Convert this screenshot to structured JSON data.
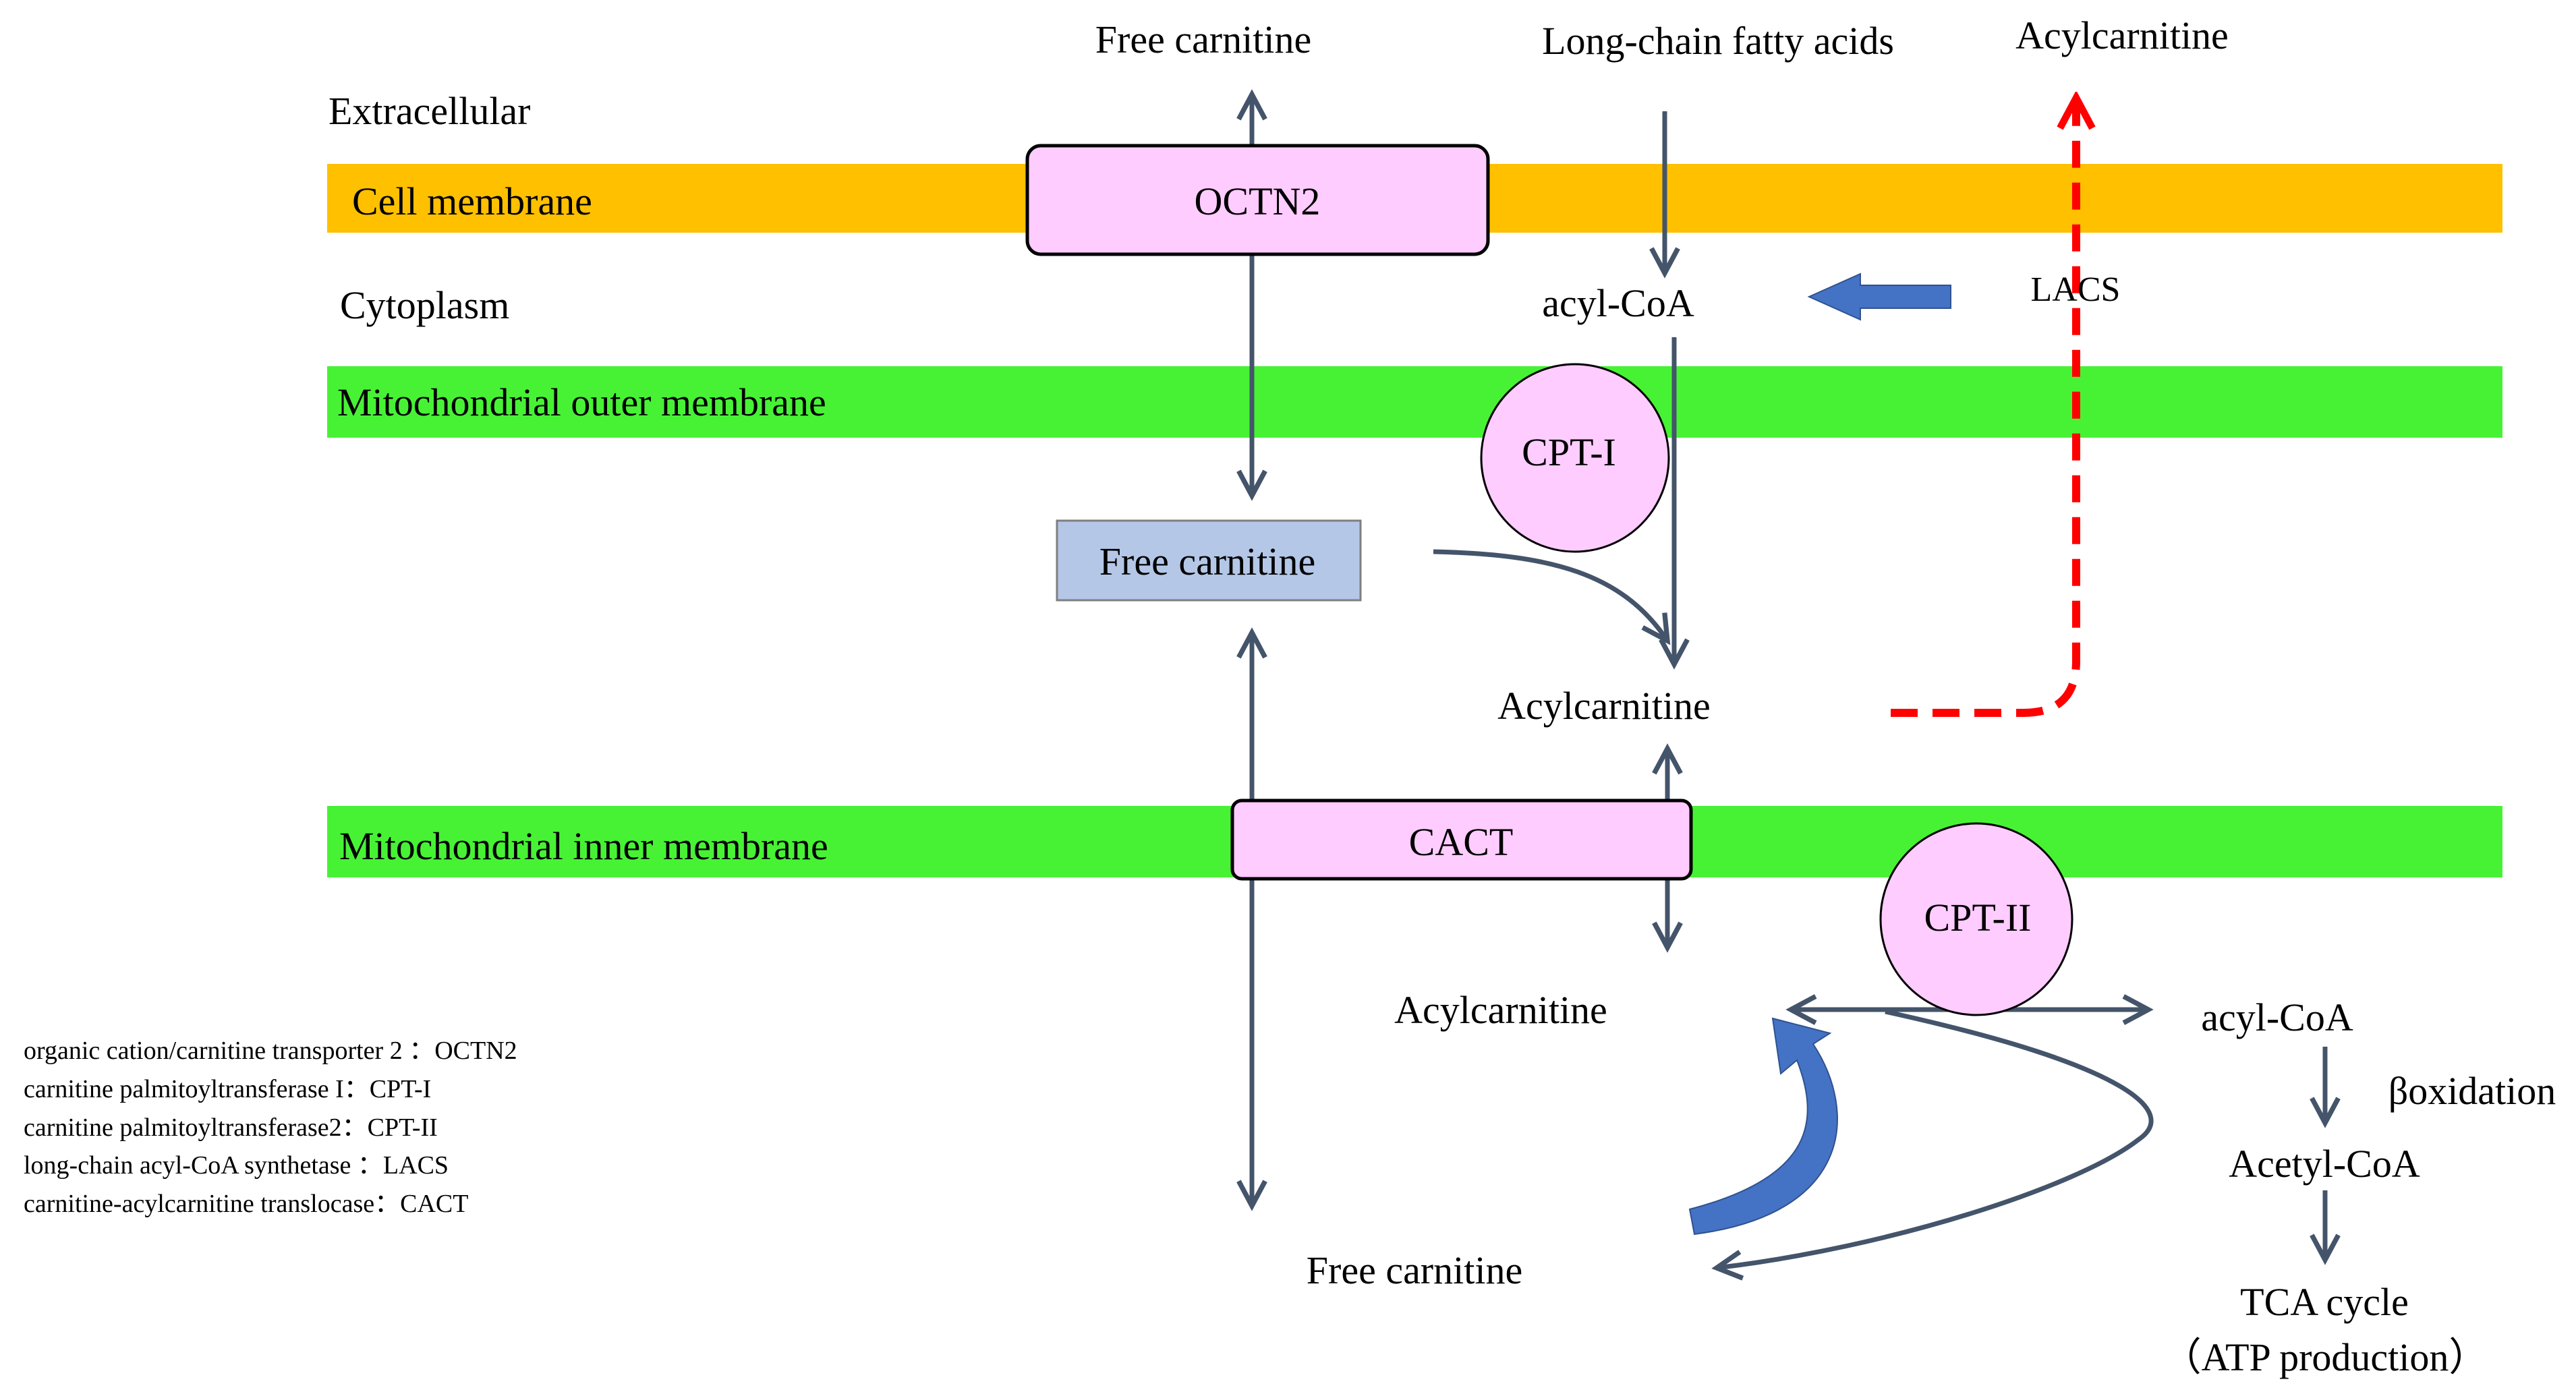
{
  "colors": {
    "cell_membrane": "#FFC000",
    "mito_membrane": "#47F235",
    "protein_fill": "#FFCCFF",
    "free_carnitine_box": "#B4C7E7",
    "arrow": "#44546A",
    "block_arrow": "#4472C4",
    "export_arrow": "#FF0000"
  },
  "regions": {
    "extracellular": "Extracellular",
    "cell_membrane": "Cell membrane",
    "cytoplasm": "Cytoplasm",
    "outer_membrane": "Mitochondrial outer membrane",
    "inner_membrane": "Mitochondrial inner membrane"
  },
  "proteins": {
    "octn2": "OCTN2",
    "cpt1": "CPT-I",
    "cact": "CACT",
    "cpt2": "CPT-II"
  },
  "metabolites": {
    "free_carnitine_top": "Free carnitine",
    "long_chain_fatty_acids": "Long-chain fatty acids",
    "acylcarnitine_top": "Acylcarnitine",
    "lacs": "LACS",
    "acyl_coa_cyto": "acyl-CoA",
    "free_carnitine_box": "Free carnitine",
    "acylcarnitine_mid": "Acylcarnitine",
    "acylcarnitine_matrix": "Acylcarnitine",
    "acyl_coa_matrix": "acyl-CoA",
    "beta_oxidation": "βoxidation",
    "acetyl_coa": "Acetyl-CoA",
    "free_carnitine_bottom": "Free carnitine",
    "tca_cycle": "TCA cycle",
    "atp_production": "（ATP production）"
  },
  "legend": [
    "organic cation/carnitine transporter 2 ：OCTN2",
    "carnitine palmitoyltransferase I：CPT-I",
    "carnitine palmitoyltransferase2：CPT-II",
    "long-chain acyl-CoA synthetase ：LACS",
    "carnitine-acylcarnitine translocase：CACT"
  ]
}
